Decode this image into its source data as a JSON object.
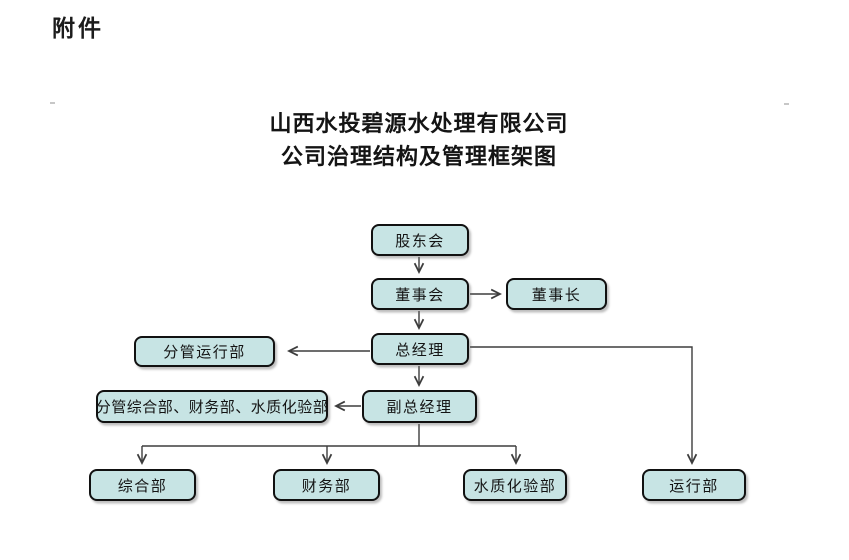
{
  "page": {
    "attachment_label": "附件"
  },
  "title": {
    "line1": "山西水投碧源水处理有限公司",
    "line2": "公司治理结构及管理框架图"
  },
  "colors": {
    "box_fill": "#c7e4e4",
    "box_border": "#111111",
    "connector": "#3d3d3d"
  },
  "org_chart": {
    "nodes": [
      {
        "id": "shareholders",
        "label": "股东会"
      },
      {
        "id": "board",
        "label": "董事会"
      },
      {
        "id": "chairman",
        "label": "董事长"
      },
      {
        "id": "general-manager",
        "label": "总经理"
      },
      {
        "id": "ops-oversight",
        "label": "分管运行部"
      },
      {
        "id": "deputy-gm",
        "label": "副总经理"
      },
      {
        "id": "depts-oversight",
        "label": "分管综合部、财务部、水质化验部"
      },
      {
        "id": "general-dept",
        "label": "综合部"
      },
      {
        "id": "finance-dept",
        "label": "财务部"
      },
      {
        "id": "water-quality-dept",
        "label": "水质化验部"
      },
      {
        "id": "operations-dept",
        "label": "运行部"
      }
    ],
    "edges": [
      {
        "from": "shareholders",
        "to": "board"
      },
      {
        "from": "board",
        "to": "chairman"
      },
      {
        "from": "board",
        "to": "general-manager"
      },
      {
        "from": "general-manager",
        "to": "ops-oversight"
      },
      {
        "from": "general-manager",
        "to": "deputy-gm"
      },
      {
        "from": "general-manager",
        "to": "operations-dept"
      },
      {
        "from": "deputy-gm",
        "to": "depts-oversight"
      },
      {
        "from": "deputy-gm",
        "to": "general-dept"
      },
      {
        "from": "deputy-gm",
        "to": "finance-dept"
      },
      {
        "from": "deputy-gm",
        "to": "water-quality-dept"
      }
    ]
  }
}
